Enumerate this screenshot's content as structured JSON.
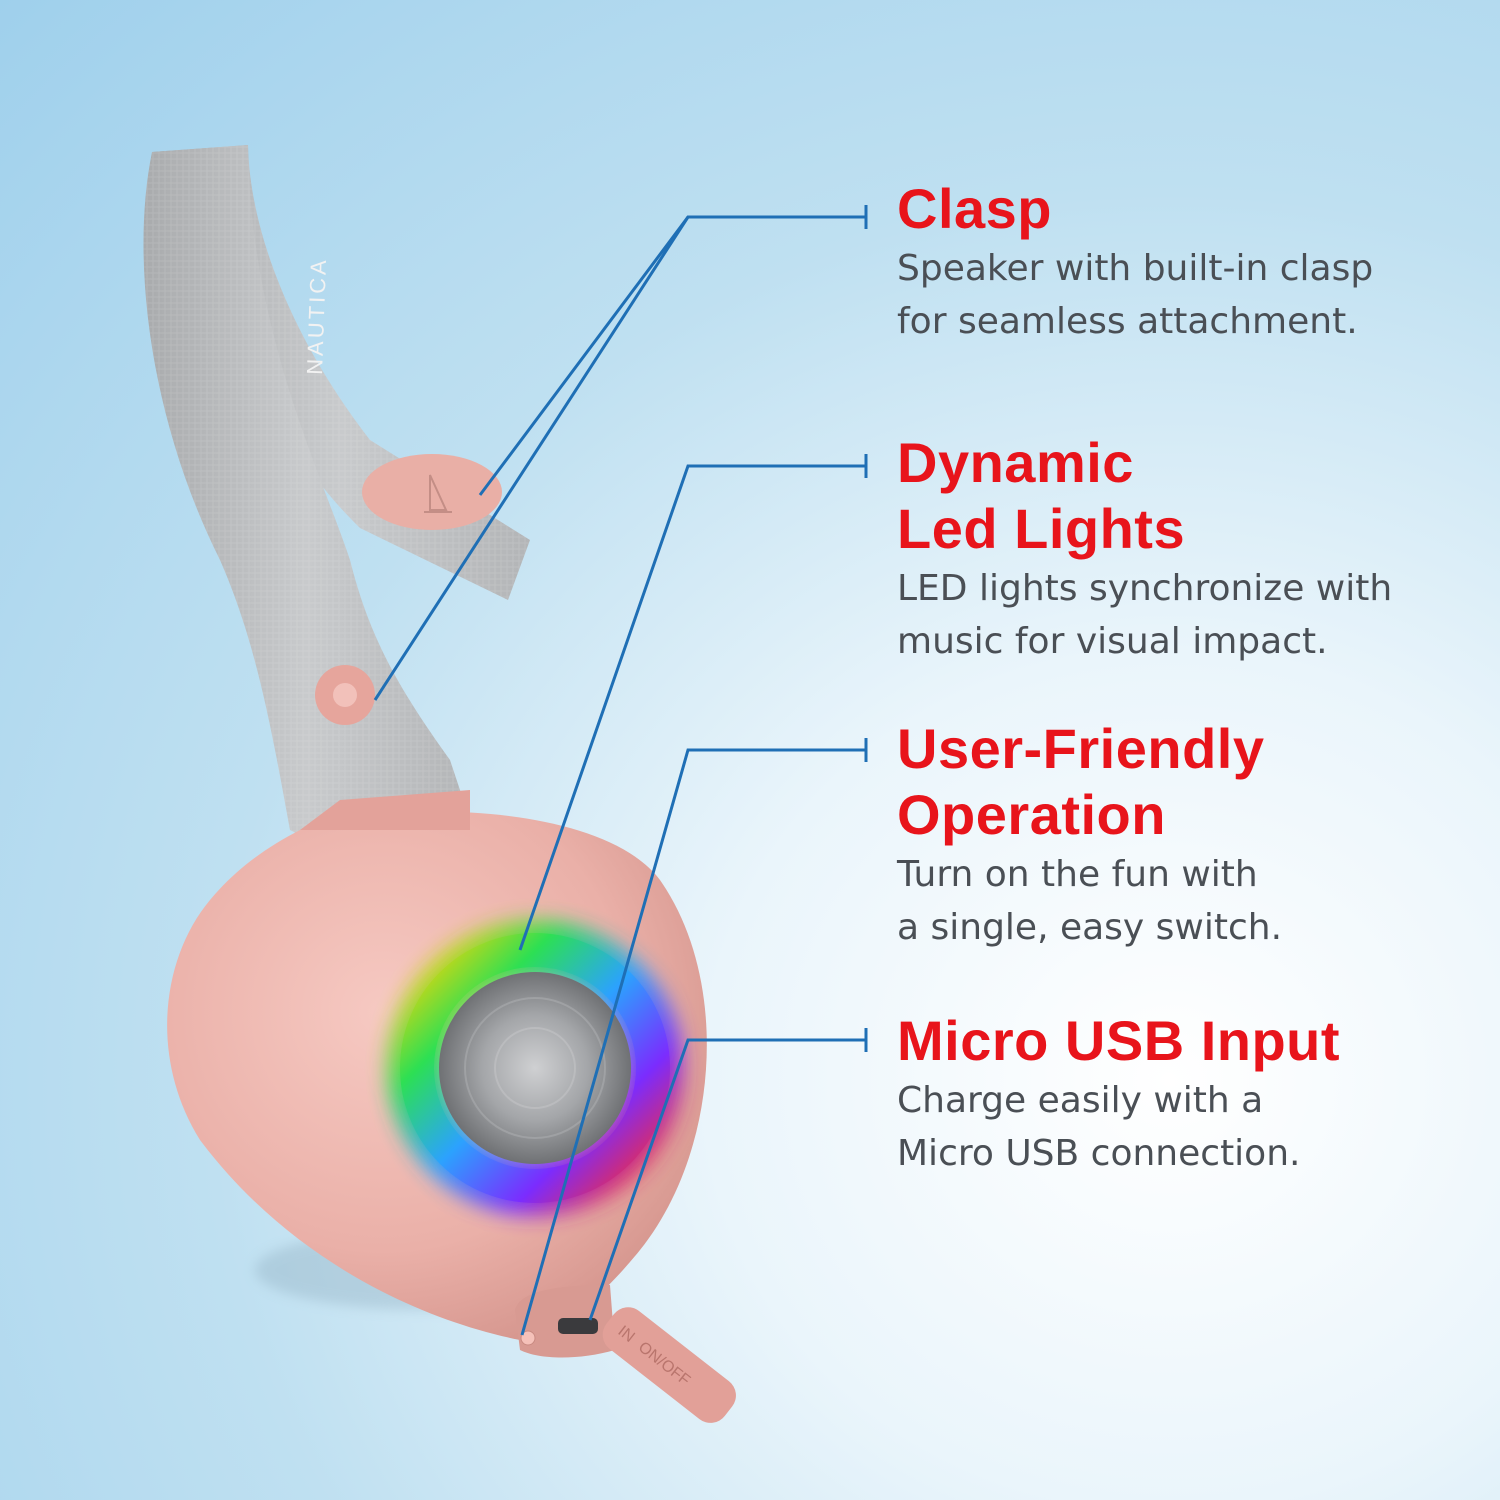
{
  "colors": {
    "accent_red": "#e8141b",
    "body_text": "#4a4f55",
    "callout_line": "#1f6fb5",
    "speaker_pink": "#eab0a8",
    "strap_gray": "#b9bbbd"
  },
  "product": {
    "strap_brand_text": "NAUTICA",
    "port_label_in": "IN",
    "switch_label": "ON/OFF"
  },
  "features": [
    {
      "title_lines": [
        "Clasp"
      ],
      "desc_lines": [
        "Speaker with built-in clasp",
        "for seamless attachment."
      ]
    },
    {
      "title_lines": [
        "Dynamic",
        "Led Lights"
      ],
      "desc_lines": [
        "LED lights synchronize with",
        "music for visual impact."
      ]
    },
    {
      "title_lines": [
        "User-Friendly",
        "Operation"
      ],
      "desc_lines": [
        "Turn on the fun with",
        "a single, easy switch."
      ]
    },
    {
      "title_lines": [
        "Micro USB Input"
      ],
      "desc_lines": [
        "Charge easily with a",
        "Micro USB connection."
      ]
    }
  ]
}
